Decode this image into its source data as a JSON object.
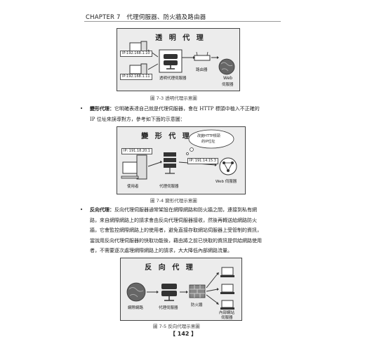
{
  "header": {
    "chapter": "CHAPTER 7",
    "title": "代理伺服器、防火牆及路由器"
  },
  "figure1": {
    "title": "透 明 代 理",
    "ip1": "IP:192.168.1.10",
    "ip2": "IP:192.168.1.11",
    "proxy_label": "透明代理伺服器",
    "router_label": "路由器",
    "web_label1": "Web",
    "web_label2": "伺服器",
    "caption": "圖 7-3 透明代理示意圖"
  },
  "para1": {
    "bullet": "•",
    "term": "變形代理：",
    "line1": "它明確表達自己就是代理伺服器，會在 HTTP 標頭中植入不正確的",
    "line2": "IP 位址來誤導對方，參考如下面的示意圖："
  },
  "figure2": {
    "title": "變 形 代 理",
    "bubble1": "改變HTTP標頭",
    "bubble2": "的IP位址",
    "ip_user": "IP: 191.18.20.1",
    "ip_fake": "IP: 191.14.15.3",
    "user_label": "使用者",
    "proxy_label": "代理伺服器",
    "web_label": "Web 伺服器",
    "caption": "圖 7-4 變形代理示意圖"
  },
  "para2": {
    "bullet": "•",
    "term": "反向代理：",
    "lines": [
      "反向代理伺服器通常架設在網際網路和防火牆之間，連接到私有網",
      "路，來自網際網路上的請求會由反向代理伺服器接收，然後再轉送給網路防火",
      "牆，它會監控網際網路上的使用者，避免直接存取網站伺服器上受管制的資訊，",
      "當說用反向代理伺服器的快取功能後，藉由將之前已快取的資訊提供給網路使用",
      "者，不需要逐次處理網際網路上的請求，大大降低內部網路流量。"
    ]
  },
  "figure3": {
    "title": "反 向 代 理",
    "internet_label": "網際網路",
    "proxy_label": "代理伺服器",
    "firewall_label": "防火牆",
    "internal_label1": "內部網站",
    "internal_label2": "伺服器",
    "caption": "圖 7-5 反向代理示意圖"
  },
  "page_number": "【 142 】",
  "colors": {
    "frame": "#444444",
    "figure_bg": "#ececec",
    "arrow": "#333333"
  }
}
